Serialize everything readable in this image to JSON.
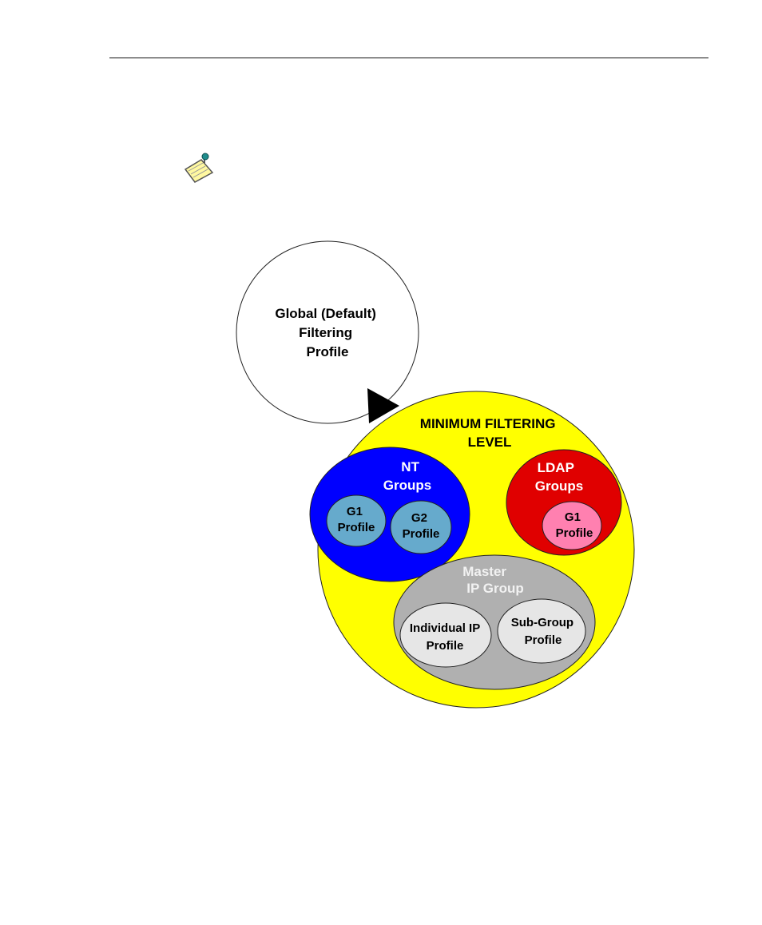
{
  "diagram": {
    "global_profile": {
      "lines": [
        "Global (Default)",
        "Filtering",
        "Profile"
      ]
    },
    "minimum_level": {
      "lines": [
        "MINIMUM FILTERING",
        "LEVEL"
      ],
      "color": "#FFFF00"
    },
    "nt_groups": {
      "lines": [
        "NT",
        "Groups"
      ],
      "color": "#0000FF",
      "profiles": [
        {
          "lines": [
            "G1",
            "Profile"
          ]
        },
        {
          "lines": [
            "G2",
            "Profile"
          ]
        }
      ],
      "profile_color": "#66AACC"
    },
    "ldap_groups": {
      "lines": [
        "LDAP",
        "Groups"
      ],
      "color": "#E00000",
      "profiles": [
        {
          "lines": [
            "G1",
            "Profile"
          ]
        }
      ],
      "profile_color": "#FF80B0"
    },
    "master_ip_group": {
      "lines": [
        "Master",
        "IP Group"
      ],
      "color": "#B0B0B0",
      "profiles": [
        {
          "lines": [
            "Individual IP",
            "Profile"
          ]
        },
        {
          "lines": [
            "Sub-Group",
            "Profile"
          ]
        }
      ],
      "profile_color": "#E6E6E6"
    }
  },
  "icons": {
    "note": "note-pin-icon",
    "arrow": "arrow-head-icon"
  }
}
